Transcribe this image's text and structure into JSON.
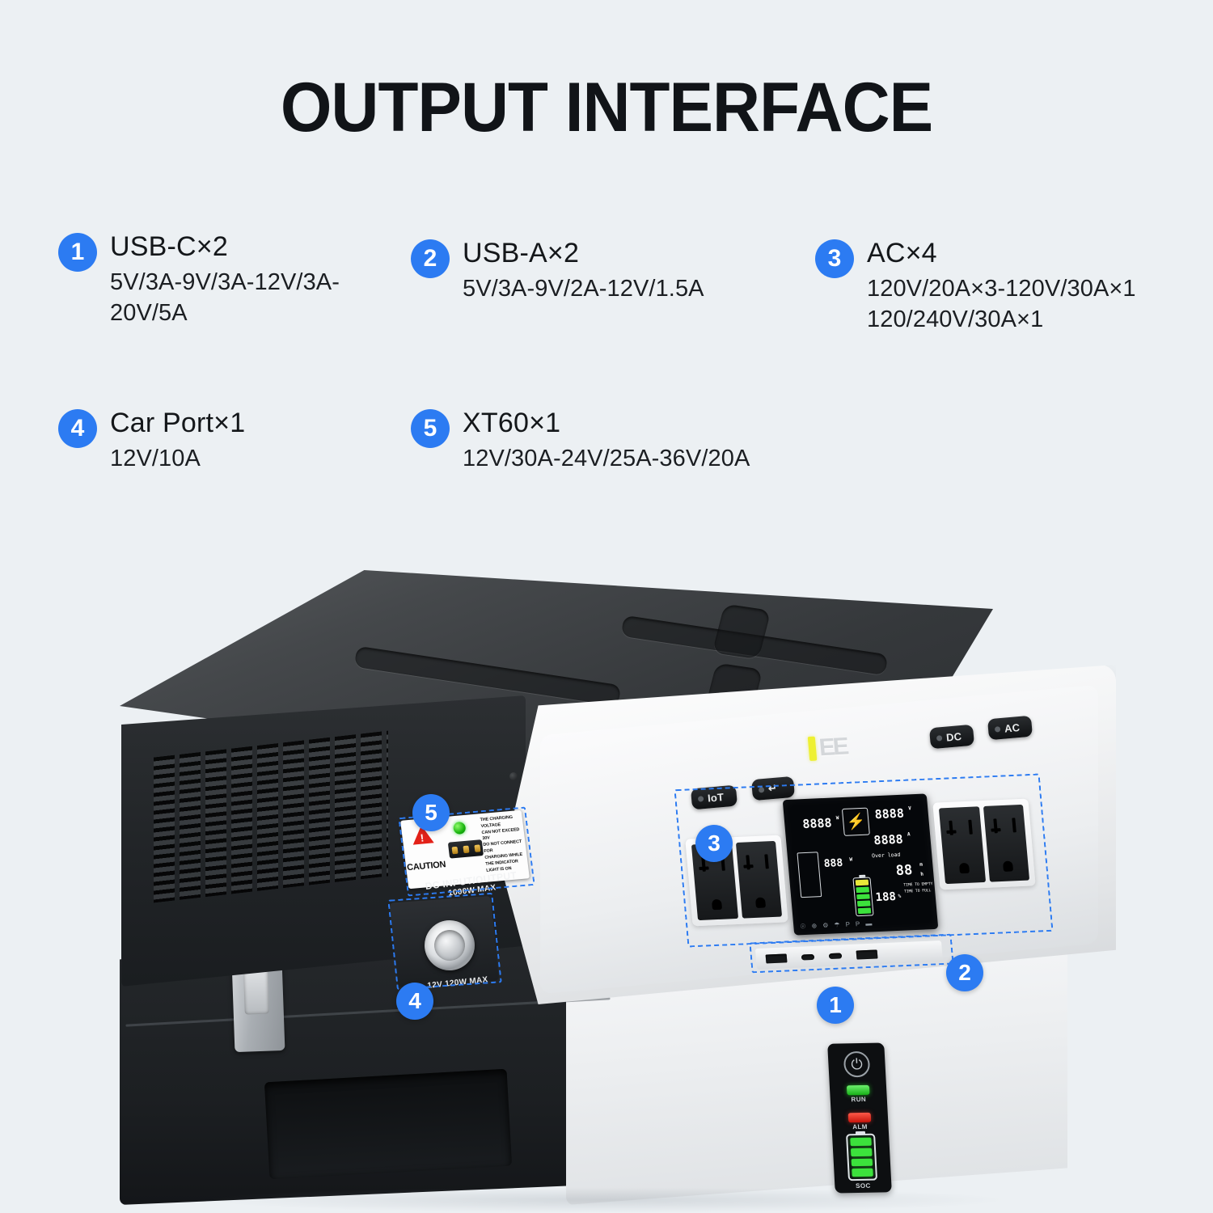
{
  "header": {
    "title": "OUTPUT INTERFACE"
  },
  "specs": [
    {
      "number": "1",
      "title": "USB-C×2",
      "lines": [
        "5V/3A-9V/3A-12V/3A-",
        "20V/5A"
      ]
    },
    {
      "number": "2",
      "title": "USB-A×2",
      "lines": [
        "5V/3A-9V/2A-12V/1.5A"
      ]
    },
    {
      "number": "3",
      "title": "AC×4",
      "lines": [
        "120V/20A×3-120V/30A×1",
        "120/240V/30A×1"
      ]
    },
    {
      "number": "4",
      "title": "Car Port×1",
      "lines": [
        "12V/10A"
      ]
    },
    {
      "number": "5",
      "title": "XT60×1",
      "lines": [
        "12V/30A-24V/25A-36V/20A"
      ]
    }
  ],
  "product": {
    "brand_logo": "EE",
    "buttons": {
      "iot": "IoT",
      "enter": "↵",
      "dc": "DC",
      "ac": "AC"
    },
    "caution_label": {
      "heading": "CAUTION",
      "warning_icon": "warning-triangle-icon",
      "text_lines": [
        "THE CHARGING VOLTAGE",
        "CAN NOT EXCEED 30V",
        "DO NOT CONNECT FOR",
        "CHARGING WHILE",
        "THE INDICATOR",
        "LIGHT IS ON"
      ],
      "port_title": "DC INPUT/OUTPUT",
      "port_rating": "1000W MAX"
    },
    "car_port_label": "12V 120W MAX",
    "status_panel": {
      "power_icon": "power-icon",
      "run_label": "RUN",
      "alarm_label": "ALM",
      "soc_label": "SOC",
      "soc_bars": 4
    },
    "lcd": {
      "input_value": "8888",
      "input_unit": "W",
      "top_right_value": "8888",
      "top_right_unit": "V",
      "mid_right_value": "8888",
      "mid_right_unit": "A",
      "output_value": "888",
      "output_unit": "W",
      "overload_text": "Over load",
      "soc_value": "188",
      "soc_unit": "%",
      "time_value": "88",
      "time_unit_top": "m",
      "time_unit_bottom": "h",
      "time_caption_1": "TIME TO EMPTY",
      "time_caption_2": "TIME TO FULL",
      "battery_bars": 5,
      "flash_icon": "lightning-bolt-icon"
    },
    "callouts": [
      "1",
      "2",
      "3",
      "4",
      "5"
    ]
  },
  "colors": {
    "accent_blue": "#2C7BF2",
    "background": "#ECF0F3",
    "led_green": "#3CE23C",
    "led_red": "#D8221A",
    "logo_yellow": "#EEF032"
  }
}
